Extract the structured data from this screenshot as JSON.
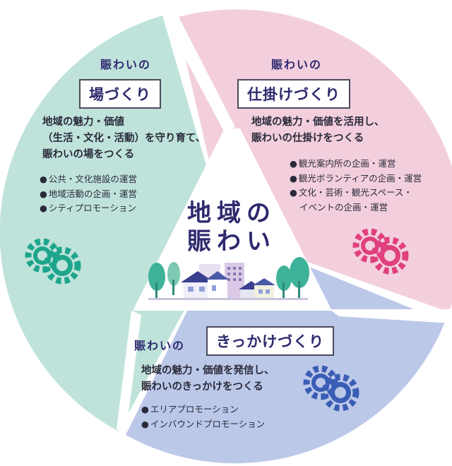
{
  "colors": {
    "teal_bg": "#bfe3db",
    "pink_bg": "#f3cfdd",
    "blue_bg": "#bcc8e8",
    "teal_gear": "#1ea58c",
    "pink_gear": "#e0407e",
    "blue_gear": "#3a5db5",
    "navy_text": "#2e2a6e"
  },
  "center": {
    "line1": "地域の",
    "line2": "賑わい"
  },
  "sections": {
    "left": {
      "sub": "賑わいの",
      "title": "場づくり",
      "desc": [
        "地域の魅力・価値",
        "（生活・文化・活動）を守り育て、",
        "賑わいの場をつくる"
      ],
      "items": [
        "公共・文化施設の運営",
        "地域活動の企画・運営",
        "シティプロモーション"
      ],
      "icon": "gears-icon"
    },
    "right": {
      "sub": "賑わいの",
      "title": "仕掛けづくり",
      "desc": [
        "地域の魅力・価値を活用し、",
        "賑わいの仕掛けをつくる"
      ],
      "items": [
        "観光案内所の企画・運営",
        "観光ボランティアの企画・運営",
        "文化・芸術・観光スペース・",
        "イベントの企画・運営"
      ],
      "icon": "gears-icon"
    },
    "bottom": {
      "sub": "賑わいの",
      "title": "きっかけづくり",
      "desc": [
        "地域の魅力・価値を発信し、",
        "賑わいのきっかけをつくる"
      ],
      "items": [
        "エリアプロモーション",
        "インバウンドプロモーション"
      ],
      "icon": "gears-icon"
    }
  }
}
